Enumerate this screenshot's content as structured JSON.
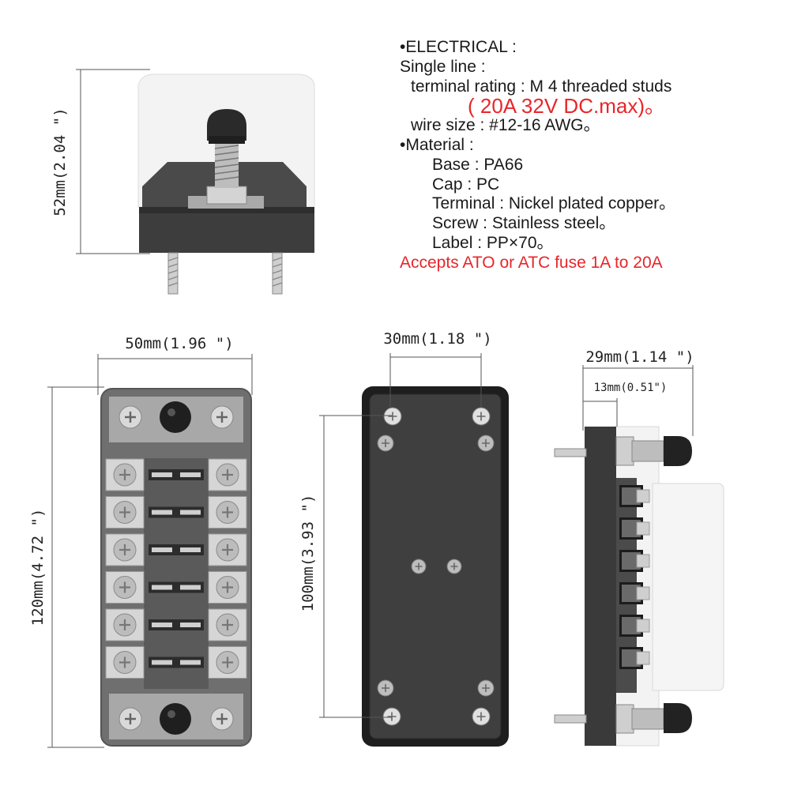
{
  "specs": {
    "electrical_heading": "•ELECTRICAL :",
    "single_line": "Single line :",
    "terminal_rating": "terminal rating : M 4 threaded studs",
    "rating_value": "( 20A 32V DC.max)。",
    "wire_size": "wire size : #12-16 AWG。",
    "material_heading": "•Material :",
    "base": "Base : PA66",
    "cap": "Cap : PC",
    "terminal": "Terminal : Nickel plated copper。",
    "screw": "Screw : Stainless steel。",
    "label": "Label : PP×70。",
    "accepts": "Accepts ATO or ATC fuse  1A to 20A"
  },
  "dimensions": {
    "height_side": "52mm(2.04 \")",
    "width_top": "50mm(1.96 \")",
    "length_front": "120mm(4.72 \")",
    "hole_spacing_width": "30mm(1.18 \")",
    "hole_spacing_length": "100mm(3.93 \")",
    "depth_total": "29mm(1.14 \")",
    "depth_base": "13mm(0.51\")"
  },
  "fuse_slots": 6,
  "colors": {
    "base_dark": "#3a3a3a",
    "cover_clear": "#f2f2f2",
    "accent_red": "#e8262a",
    "terminal_silver": "#cfcfcf"
  }
}
